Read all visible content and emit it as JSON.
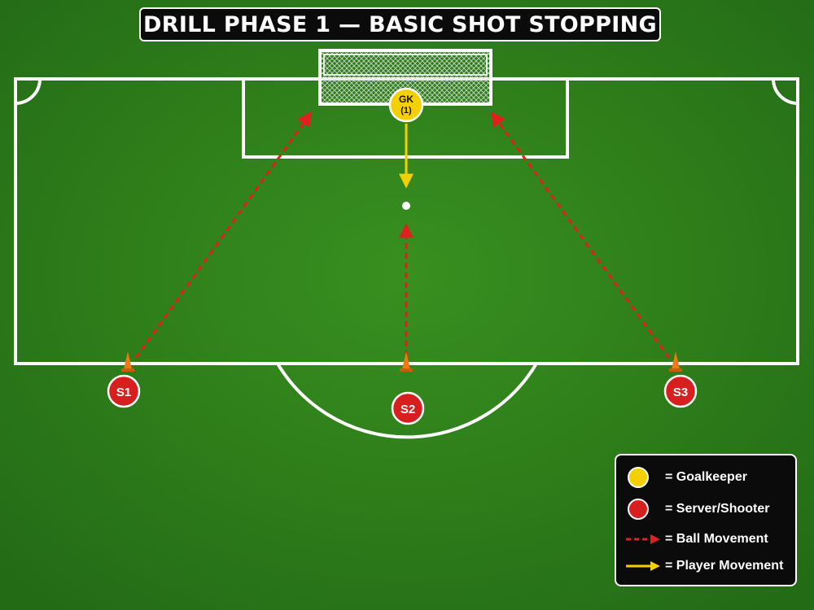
{
  "title": "DRILL PHASE 1 — BASIC SHOT STOPPING",
  "players": {
    "goalkeeper": {
      "line1": "GK",
      "line2": "(1)"
    },
    "shooters": [
      "S1",
      "S2",
      "S3"
    ]
  },
  "legend": [
    {
      "symbol": "yellow-circle",
      "label": "= Goalkeeper"
    },
    {
      "symbol": "red-circle",
      "label": "= Server/Shooter"
    },
    {
      "symbol": "red-dashed-arrow",
      "label": "= Ball Movement"
    },
    {
      "symbol": "yellow-arrow",
      "label": "= Player Movement"
    }
  ],
  "colors": {
    "grass": "#2f7d1f",
    "lines": "#ffffff",
    "goalkeeper": "#f5d000",
    "shooter": "#d81f1f",
    "ball_arrow": "#e0201c",
    "player_arrow": "#f5d000",
    "cone": "#f07a10"
  }
}
